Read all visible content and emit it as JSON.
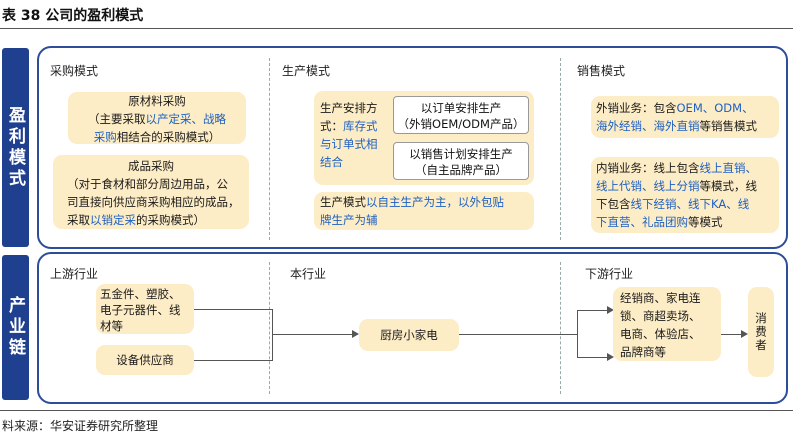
{
  "title": "表 38 公司的盈利模式",
  "source": "料来源：华安证券研究所整理",
  "profit": {
    "side_label": "盈利模式",
    "sections": {
      "purchase": "采购模式",
      "production": "生产模式",
      "sales": "销售模式"
    },
    "raw_box": {
      "title": "原材料采购",
      "line1a": "（主要采取",
      "line1b": "以产定采、战略",
      "line2a": "采购",
      "line2b": "相结合的采购模式）"
    },
    "finished_box": {
      "title": "成品采购",
      "line1": "（对于食材和部分周边用品，公",
      "line2": "司直接向供应商采购相应的成品，",
      "line3a": "采取",
      "line3b": "以销定采",
      "line3c": "的采购模式）"
    },
    "prod_box": {
      "l1": "生产安排方",
      "l2a": "式：",
      "l2b": "库存式",
      "l3": "与订单式相",
      "l4": "结合",
      "order_l1": "以订单安排生产",
      "order_l2": "（外销OEM/ODM产品）",
      "plan_l1": "以销售计划安排生产",
      "plan_l2": "（自主品牌产品）"
    },
    "prod_mode": {
      "a": "生产模式",
      "b": "以自主生产为主，以外包贴",
      "c": "牌生产为辅"
    },
    "export_box": {
      "a": "外销业务：包含",
      "b": "OEM、ODM、",
      "c": "海外经销、海外直销",
      "d": "等销售模式"
    },
    "domestic_box": {
      "a": "内销业务：线上包含",
      "b": "线上直销、",
      "c": "线上代销、线上分销",
      "d": "等模式，线",
      "e": "下包含",
      "f": "线下经销、线下KA、线",
      "g": "下直营、礼品团购",
      "h": "等模式"
    }
  },
  "chain": {
    "side_label": "产业链",
    "sections": {
      "upstream": "上游行业",
      "industry": "本行业",
      "downstream": "下游行业"
    },
    "supplier1": [
      "五金件、塑胶、",
      "电子元器件、线",
      "材等"
    ],
    "supplier2": "设备供应商",
    "center": "厨房小家电",
    "channels": [
      "经销商、家电连",
      "锁、商超卖场、",
      "电商、体验店、",
      "品牌商等"
    ],
    "consumer": "消费者"
  }
}
